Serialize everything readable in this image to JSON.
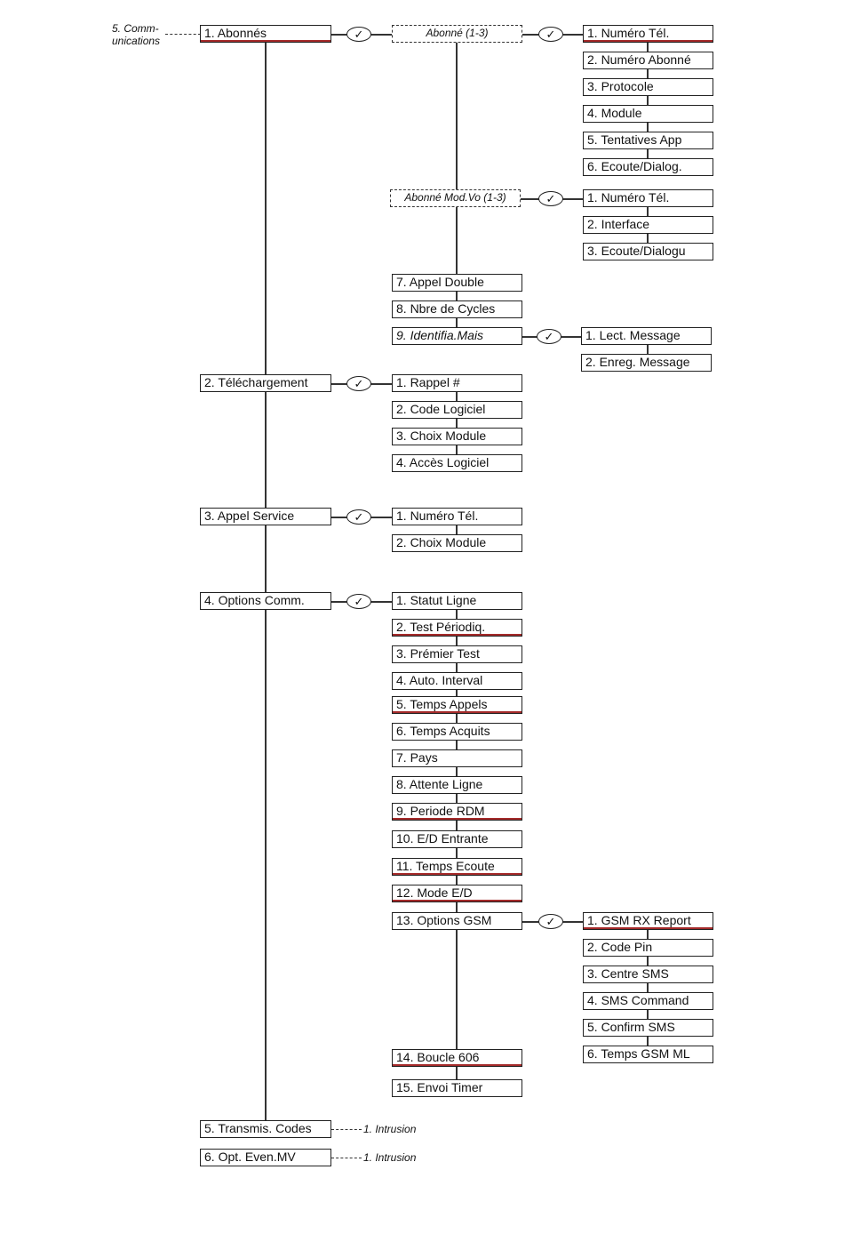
{
  "check_symbol": "✓",
  "section_label": [
    "5. Comm-",
    "unications"
  ],
  "level1": [
    "1. Abonnés",
    "2. Téléchargement",
    "3. Appel Service",
    "4. Options Comm.",
    "5. Transmis. Codes",
    "6. Opt. Even.MV"
  ],
  "abonnes": {
    "group1_label": "Abonné (1-3)",
    "group1_items": [
      "1. Numéro Tél.",
      "2. Numéro Abonné",
      "3. Protocole",
      "4. Module",
      "5. Tentatives App",
      "6. Ecoute/Dialog."
    ],
    "group2_label": "Abonné Mod.Vo (1-3)",
    "group2_items": [
      "1. Numéro Tél.",
      "2. Interface",
      "3. Ecoute/Dialogu"
    ],
    "items": [
      "7. Appel Double",
      "8. Nbre de Cycles",
      "9. Identifia.Mais"
    ],
    "identifia_items": [
      "1. Lect. Message",
      "2. Enreg. Message"
    ]
  },
  "telechargement_items": [
    "1. Rappel #",
    "2. Code Logiciel",
    "3. Choix Module",
    "4. Accès Logiciel"
  ],
  "appel_service_items": [
    "1. Numéro Tél.",
    "2. Choix Module"
  ],
  "options_comm_items": [
    "1. Statut Ligne",
    "2. Test Périodiq.",
    "3. Prémier Test",
    "4. Auto. Interval",
    "5. Temps Appels",
    "6. Temps Acquits",
    "7. Pays",
    "8. Attente Ligne",
    "9. Periode RDM",
    "10. E/D Entrante",
    "11. Temps Ecoute",
    "12. Mode E/D",
    "13. Options GSM",
    "14. Boucle 606",
    "15. Envoi Timer"
  ],
  "gsm_items": [
    "1. GSM RX Report",
    "2. Code Pin",
    "3. Centre SMS",
    "4. SMS Command",
    "5. Confirm SMS",
    "6. Temps GSM ML"
  ],
  "transmis_note": "1. Intrusion",
  "even_note": "1. Intrusion"
}
